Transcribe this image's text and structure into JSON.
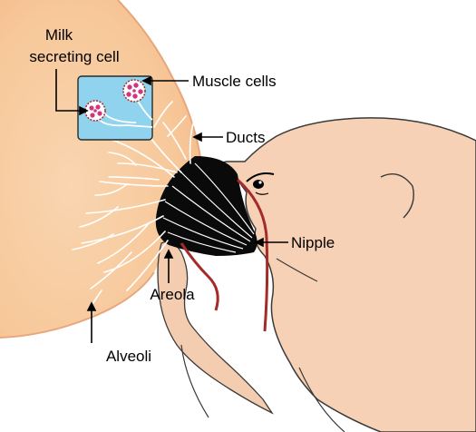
{
  "labels": {
    "milk_line1": "Milk",
    "milk_line2": "secreting cell",
    "muscle_cells": "Muscle cells",
    "ducts": "Ducts",
    "nipple": "Nipple",
    "areola": "Areola",
    "alveoli": "Alveoli"
  },
  "colors": {
    "breast_skin": "#f8cfa6",
    "baby_skin": "#f6d1b5",
    "areola": "#0a0a0a",
    "inset_fill": "#8fd3ee",
    "cell": "#d2357f",
    "tongue": "#a52a2a",
    "duct": "#ffffff",
    "outline": "#2a2a2a"
  }
}
